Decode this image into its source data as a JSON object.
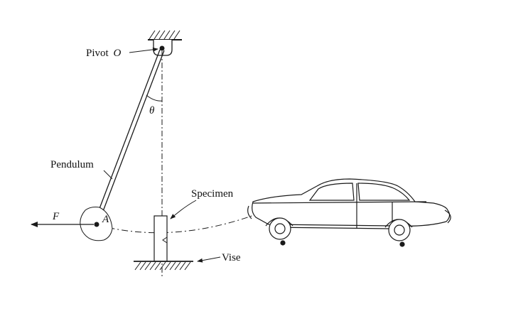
{
  "labels": {
    "pivot": "Pivot",
    "pivot_point": "O",
    "angle": "θ",
    "pendulum": "Pendulum",
    "specimen": "Specimen",
    "force": "F",
    "point_a": "A",
    "vise": "Vise"
  },
  "colors": {
    "line": "#1a1a1a",
    "background": "#ffffff"
  },
  "icons": {
    "vehicle": "car-icon"
  }
}
